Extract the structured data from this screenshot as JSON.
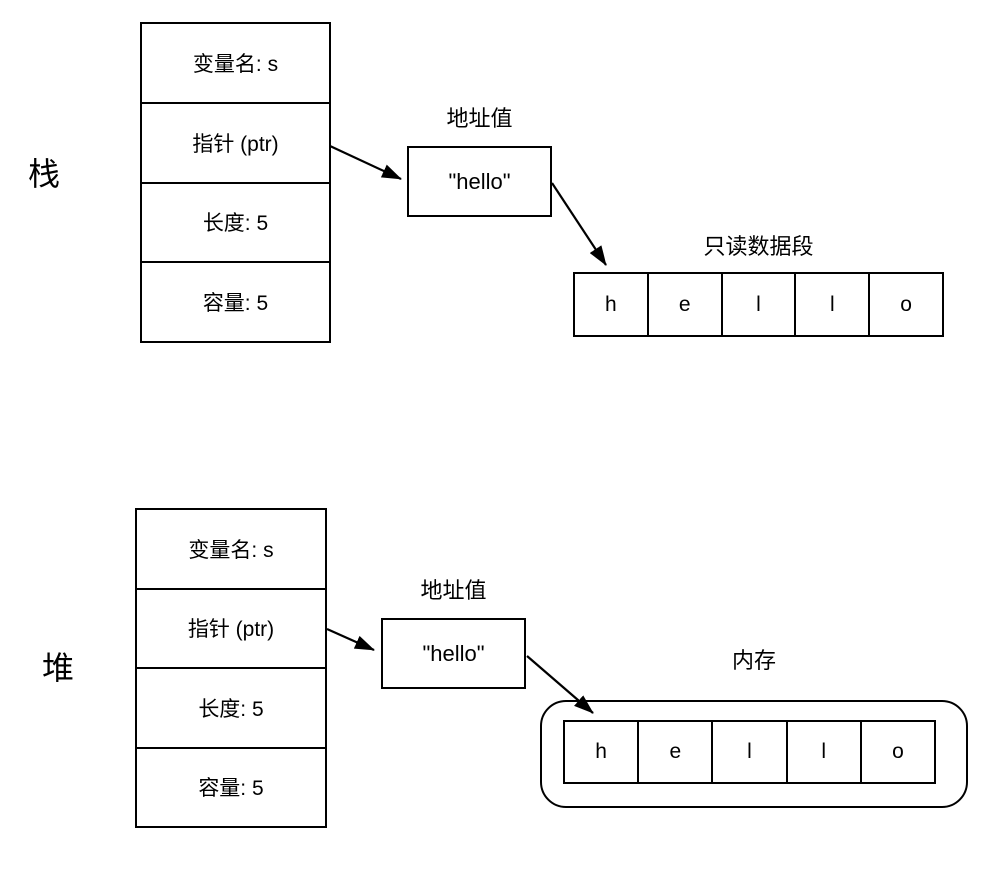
{
  "colors": {
    "background": "#ffffff",
    "line": "#000000",
    "text": "#000000"
  },
  "stack_diagram": {
    "side_label": "栈",
    "struct_rows": [
      "变量名: s",
      "指针 (ptr)",
      "长度: 5",
      "容量: 5"
    ],
    "address_label": "地址值",
    "address_value": "\"hello\"",
    "segment_label": "只读数据段",
    "cells": [
      "h",
      "e",
      "l",
      "l",
      "o"
    ]
  },
  "heap_diagram": {
    "side_label": "堆",
    "struct_rows": [
      "变量名: s",
      "指针 (ptr)",
      "长度: 5",
      "容量: 5"
    ],
    "address_label": "地址值",
    "address_value": "\"hello\"",
    "memory_label": "内存",
    "cells": [
      "h",
      "e",
      "l",
      "l",
      "o"
    ]
  }
}
